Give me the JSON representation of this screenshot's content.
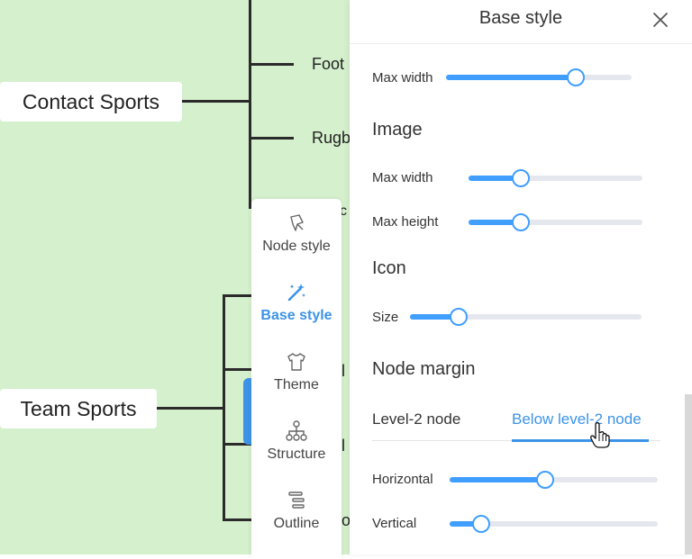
{
  "mindmap": {
    "topics": [
      "Contact Sports",
      "Team Sports"
    ],
    "children_visible": [
      "Foot",
      "Rugb",
      "c",
      "l",
      "l",
      "o"
    ]
  },
  "toolbar": {
    "items": [
      {
        "label": "Node style",
        "icon": "node-style-icon"
      },
      {
        "label": "Base style",
        "icon": "magic-wand-icon",
        "active": true
      },
      {
        "label": "Theme",
        "icon": "shirt-icon"
      },
      {
        "label": "Structure",
        "icon": "structure-icon"
      },
      {
        "label": "Outline",
        "icon": "outline-icon"
      }
    ]
  },
  "panel": {
    "title": "Base style",
    "close_icon": "close-icon",
    "sections": {
      "text_max_width_label": "Max width",
      "image_title": "Image",
      "image_max_width_label": "Max width",
      "image_max_height_label": "Max height",
      "icon_title": "Icon",
      "icon_size_label": "Size",
      "node_margin_title": "Node margin",
      "horizontal_label": "Horizontal",
      "vertical_label": "Vertical"
    },
    "tabs": [
      "Level-2 node",
      "Below level-2 node"
    ],
    "active_tab": "Below level-2 node",
    "slider_values": {
      "text_max_width": 0.7,
      "image_max_width": 0.3,
      "image_max_height": 0.3,
      "icon_size": 0.21,
      "horizontal": 0.46,
      "vertical": 0.15
    }
  },
  "colors": {
    "canvas_bg": "#d5f0cd",
    "accent": "#3c93e8",
    "slider_fill": "#409eff",
    "slider_track": "#e4e7ed"
  }
}
